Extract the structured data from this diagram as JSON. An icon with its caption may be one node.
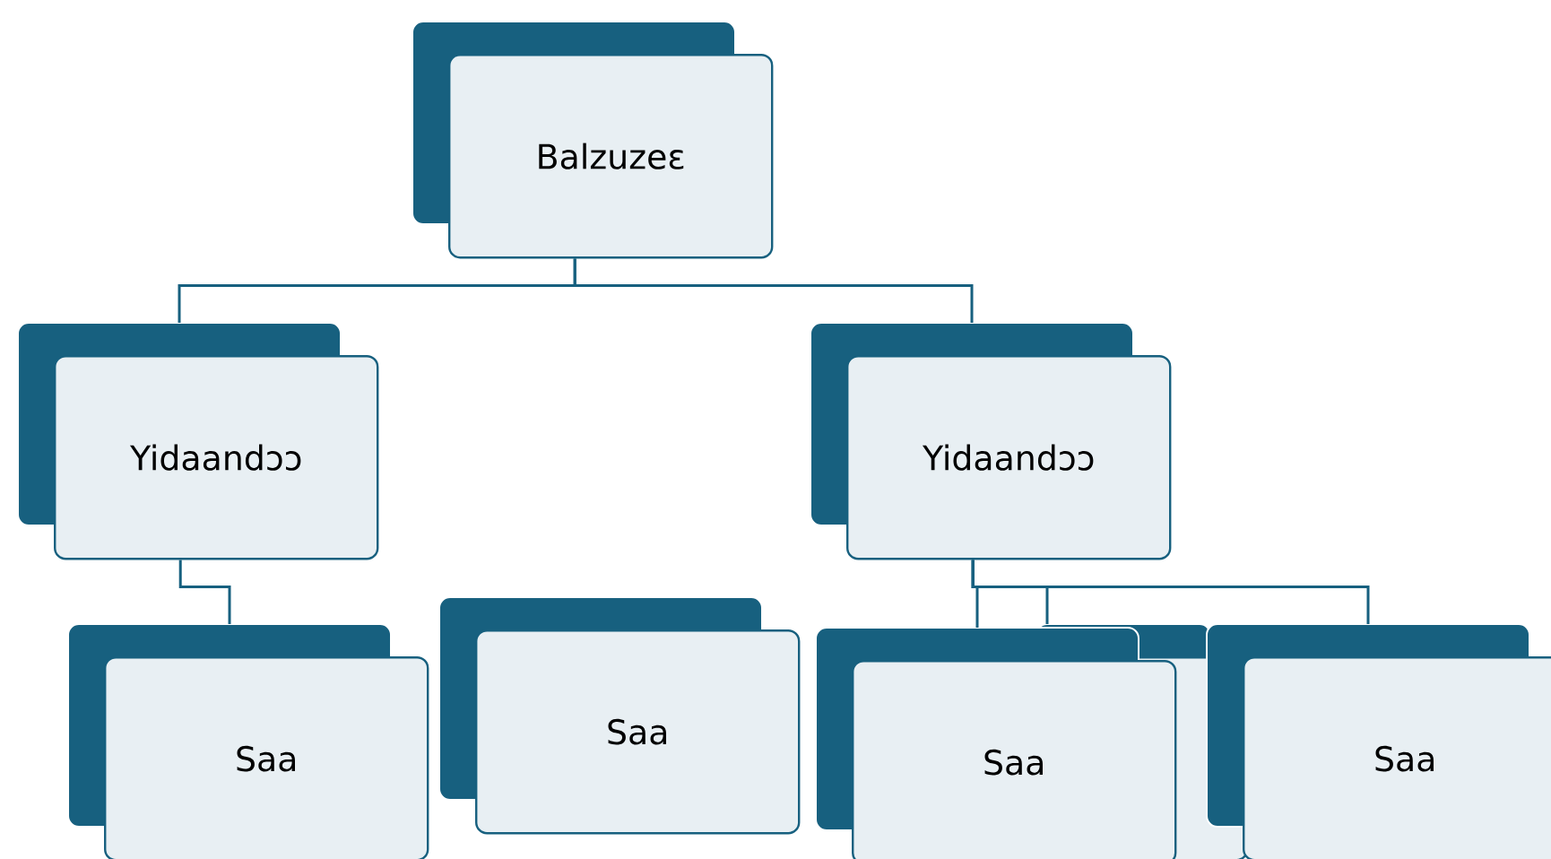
{
  "diagram": {
    "nodes": [
      {
        "text": [
          "Balzuzeɛ"
        ]
      },
      {
        "text": [
          "Yidaandɔɔ"
        ]
      },
      {
        "text": [
          "Yidaandɔɔ"
        ]
      },
      {
        "text": [
          "Saa"
        ]
      },
      {
        "text": [
          "Saa"
        ]
      },
      {
        "text": [
          "Saa"
        ]
      },
      {
        "text": [],
        "shape": "box"
      },
      {
        "text": [
          "Saa"
        ]
      }
    ],
    "edges": [
      {
        "from": 0,
        "to": 1,
        "arrow": "none"
      },
      {
        "from": 0,
        "to": 2,
        "arrow": "none"
      },
      {
        "from": 1,
        "to": 3,
        "arrow": "none"
      },
      {
        "from": 2,
        "to": 5,
        "arrow": "none"
      },
      {
        "from": 2,
        "to": 6,
        "arrow": "none"
      },
      {
        "from": 2,
        "to": 7,
        "arrow": "none"
      }
    ]
  }
}
